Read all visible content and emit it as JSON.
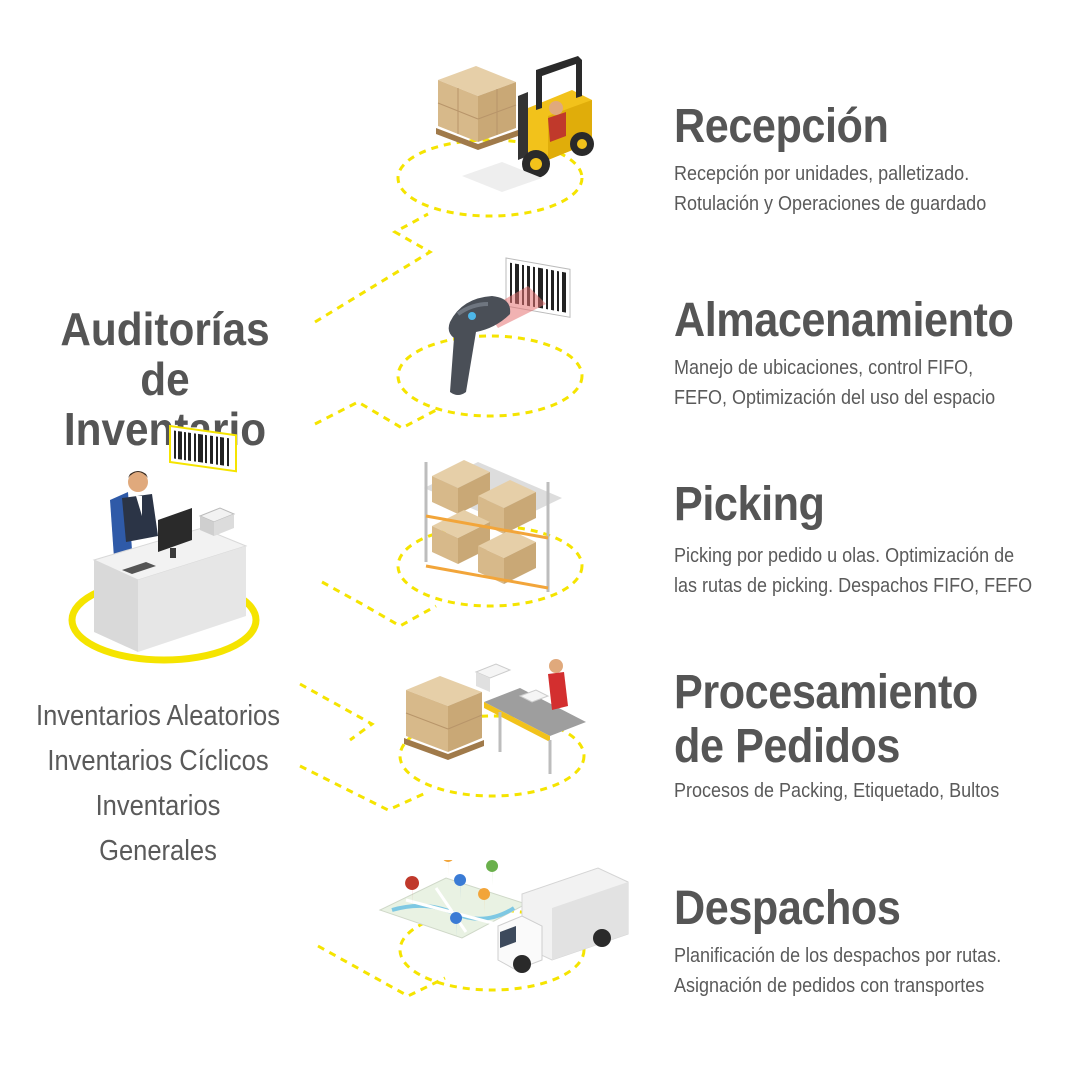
{
  "colors": {
    "accent": "#f5e400",
    "text": "#555555"
  },
  "audit": {
    "title_lines": [
      "Auditorías",
      "de Inventario"
    ],
    "types": [
      "Inventarios Aleatorios",
      "Inventarios Cíclicos",
      "Inventarios Generales"
    ],
    "icon": "desk-worker-barcode-icon"
  },
  "stages": [
    {
      "title_lines": [
        "Recepción"
      ],
      "desc_lines": [
        "Recepción por unidades, palletizado.",
        "Rotulación y Operaciones de guardado"
      ],
      "icon": "forklift-icon"
    },
    {
      "title_lines": [
        "Almacenamiento"
      ],
      "desc_lines": [
        "Manejo de ubicaciones, control FIFO,",
        "FEFO, Optimización del uso del espacio"
      ],
      "icon": "barcode-scanner-icon"
    },
    {
      "title_lines": [
        "Picking"
      ],
      "desc_lines": [
        "Picking por pedido u olas. Optimización de",
        "las rutas de picking. Despachos FIFO, FEFO"
      ],
      "icon": "warehouse-rack-icon"
    },
    {
      "title_lines": [
        "Procesamiento",
        "de Pedidos"
      ],
      "desc_lines": [
        "Procesos de Packing, Etiquetado, Bultos"
      ],
      "icon": "conveyor-packing-icon"
    },
    {
      "title_lines": [
        "Despachos"
      ],
      "desc_lines": [
        "Planificación de los despachos por rutas.",
        "Asignación de pedidos con transportes"
      ],
      "icon": "delivery-truck-map-icon"
    }
  ]
}
